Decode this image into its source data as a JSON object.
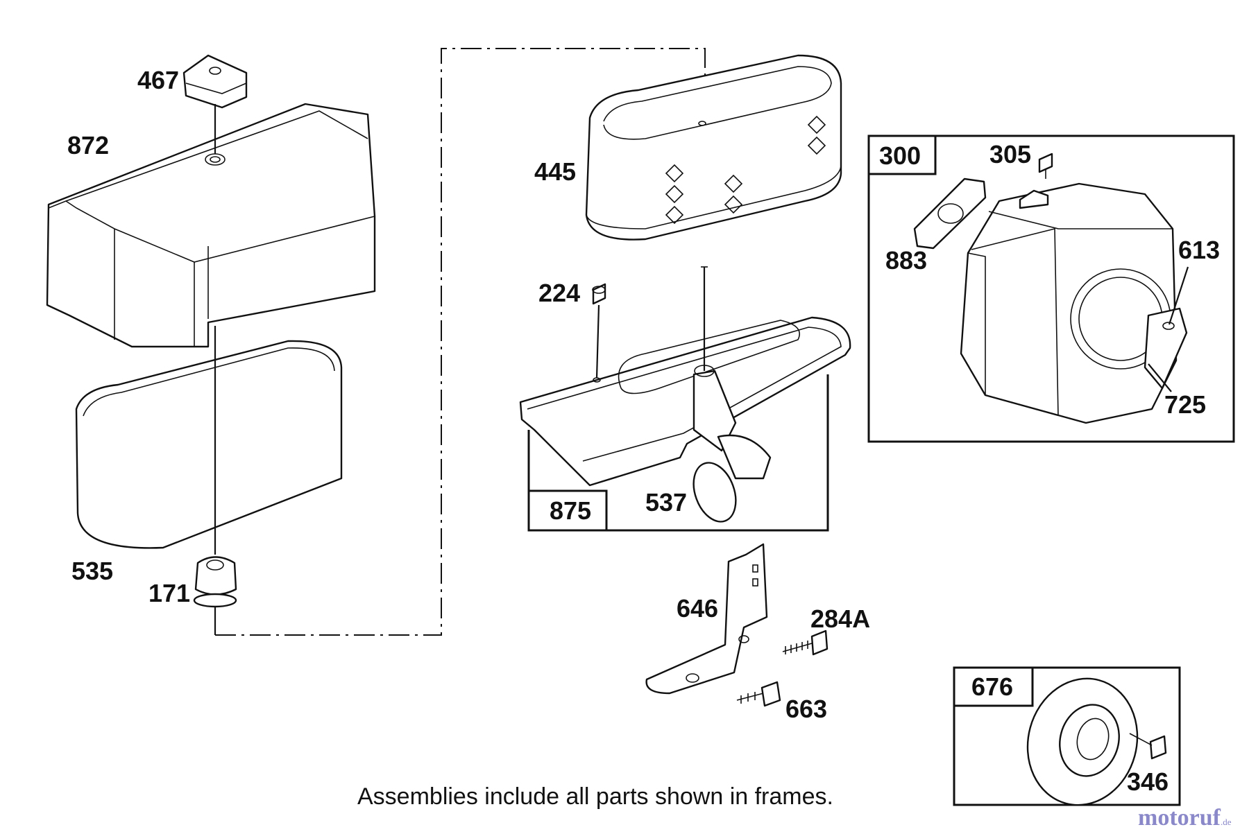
{
  "parts": [
    {
      "id": "p467",
      "label": "467"
    },
    {
      "id": "p872",
      "label": "872"
    },
    {
      "id": "p535",
      "label": "535"
    },
    {
      "id": "p171",
      "label": "171"
    },
    {
      "id": "p445",
      "label": "445"
    },
    {
      "id": "p224",
      "label": "224"
    },
    {
      "id": "p537",
      "label": "537"
    },
    {
      "id": "p305",
      "label": "305"
    },
    {
      "id": "p883",
      "label": "883"
    },
    {
      "id": "p613",
      "label": "613"
    },
    {
      "id": "p725",
      "label": "725"
    },
    {
      "id": "p646",
      "label": "646"
    },
    {
      "id": "p284A",
      "label": "284A"
    },
    {
      "id": "p663",
      "label": "663"
    },
    {
      "id": "p346",
      "label": "346"
    }
  ],
  "frames": [
    {
      "id": "f300",
      "label": "300"
    },
    {
      "id": "f875",
      "label": "875"
    },
    {
      "id": "f676",
      "label": "676"
    }
  ],
  "caption": "Assemblies include all parts shown in frames.",
  "watermark": {
    "main": "motoruf",
    "suffix": ".de"
  }
}
